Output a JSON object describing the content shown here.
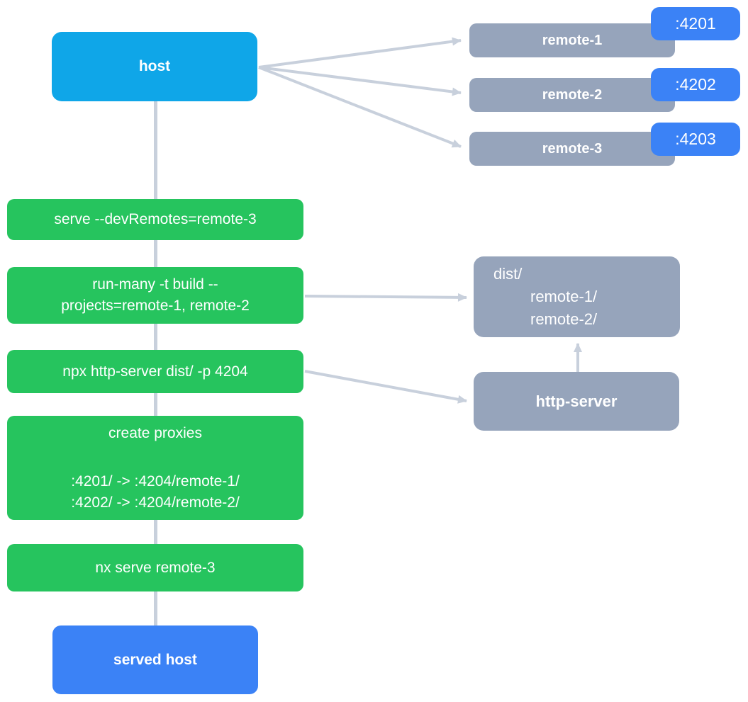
{
  "diagram": {
    "host": {
      "label": "host"
    },
    "served_host": {
      "label": "served host"
    },
    "remotes": [
      {
        "label": "remote-1",
        "port": ":4201"
      },
      {
        "label": "remote-2",
        "port": ":4202"
      },
      {
        "label": "remote-3",
        "port": ":4203"
      }
    ],
    "steps": [
      {
        "label": "serve --devRemotes=remote-3"
      },
      {
        "lines": [
          "run-many -t build --",
          "projects=remote-1, remote-2"
        ]
      },
      {
        "label": "npx http-server dist/ -p 4204"
      },
      {
        "title": "create proxies",
        "lines": [
          ":4201/ -> :4204/remote-1/",
          ":4202/ -> :4204/remote-2/"
        ]
      },
      {
        "label": "nx serve remote-3"
      }
    ],
    "dist": {
      "lines": [
        "dist/",
        "remote-1/",
        "remote-2/"
      ]
    },
    "http_server": {
      "label": "http-server"
    }
  },
  "colors": {
    "host-cyan": "#0fa6e8",
    "accent-blue": "#3b82f6",
    "node-gray": "#96a4bb",
    "step-green": "#26c45e",
    "connector": "#c8d0dc"
  }
}
